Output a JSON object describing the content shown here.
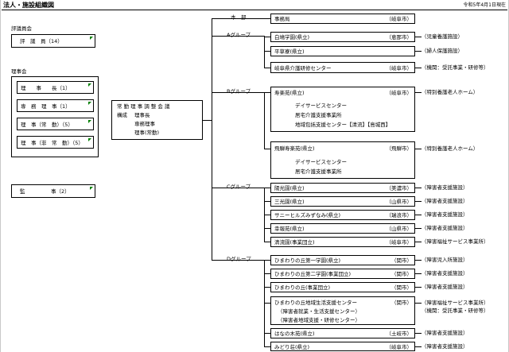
{
  "title": "法人・施設組織図",
  "date": "令和5年4月1日現在",
  "left": {
    "council_header": "評議員会",
    "council_box": "評　議　員（14）",
    "board_header": "理事会",
    "board_items": [
      "理　　事　　長（1）",
      "専　務　理　事（1）",
      "理　事（常　勤）（5）",
      "理　事（非　常　勤）（5）"
    ],
    "auditor": "監　　　　　事（2）"
  },
  "committee": {
    "title": "常 勤 理 事 調 整 会 議",
    "composition_label": "構成",
    "members": [
      "理事長",
      "専務理事",
      "理事(常勤)"
    ]
  },
  "groups": {
    "honbu": "本　部",
    "a": "Aグループ",
    "b": "Bグループ",
    "c": "Cグループ",
    "d": "Dグループ"
  },
  "facilities": [
    {
      "name": "事務局",
      "loc": "（岐阜市）",
      "note": ""
    },
    {
      "name": "白鳩学園(県立)",
      "loc": "（恵那市）",
      "note": "（児童養護施設）"
    },
    {
      "name": "平草寮(県立)",
      "loc": "",
      "note": "（婦人保護施設）"
    },
    {
      "name": "岐阜県介護研修センター",
      "loc": "（岐阜市）",
      "note": "（機関：受託事業・研修等）"
    },
    {
      "name": "寿楽苑(県立)",
      "loc": "（岐阜市）",
      "note": "（特別養護老人ホーム）",
      "subs": [
        "デイサービスセンター",
        "居宅介護支援事業所",
        "地域包括支援センター【清流】【島城西】"
      ]
    },
    {
      "name": "飛騨寿楽苑(県立)",
      "loc": "（飛騨市）",
      "note": "（特別養護老人ホーム）",
      "subs": [
        "デイサービスセンター",
        "居宅介護支援事業所"
      ]
    },
    {
      "name": "陽光園(県立)",
      "loc": "（美濃市）",
      "note": "（障害者支援施設）"
    },
    {
      "name": "三光園(県立)",
      "loc": "（山県市）",
      "note": "（障害者支援施設）"
    },
    {
      "name": "サニーヒルズみずなみ(県立)",
      "loc": "（瑞浪市）",
      "note": "（障害者支援施設）"
    },
    {
      "name": "幸報苑(県立)",
      "loc": "（山県市）",
      "note": "（障害者支援施設）"
    },
    {
      "name": "清流園(事業団立)",
      "loc": "（岐阜市）",
      "note": "（障害福祉サービス事業所）"
    },
    {
      "name": "ひまわりの丘第一学園(県立)",
      "loc": "（関市）",
      "note": "（障害児入所施設）"
    },
    {
      "name": "ひまわりの丘第二学園(事業団立)",
      "loc": "（関市）",
      "note": "（障害者支援施設）"
    },
    {
      "name": "ひまわりの丘(事業団立)",
      "loc": "（関市）",
      "note": "（障害者支援施設）"
    },
    {
      "name": "ひまわりの丘地域生活支援センター",
      "loc": "（関市）",
      "note": "（障害福祉サービス事業所）",
      "note2": "（機関：受託事業・研修等）",
      "subs": [
        "（障害者就業・生活支援センター）",
        "（障害者地域支援・研修センター）"
      ]
    },
    {
      "name": "はなの木苑(県立)",
      "loc": "（土岐市）",
      "note": "（障害者支援施設）"
    },
    {
      "name": "みどり荘(県立)",
      "loc": "（岐阜市）",
      "note": "（障害者支援施設）"
    }
  ]
}
